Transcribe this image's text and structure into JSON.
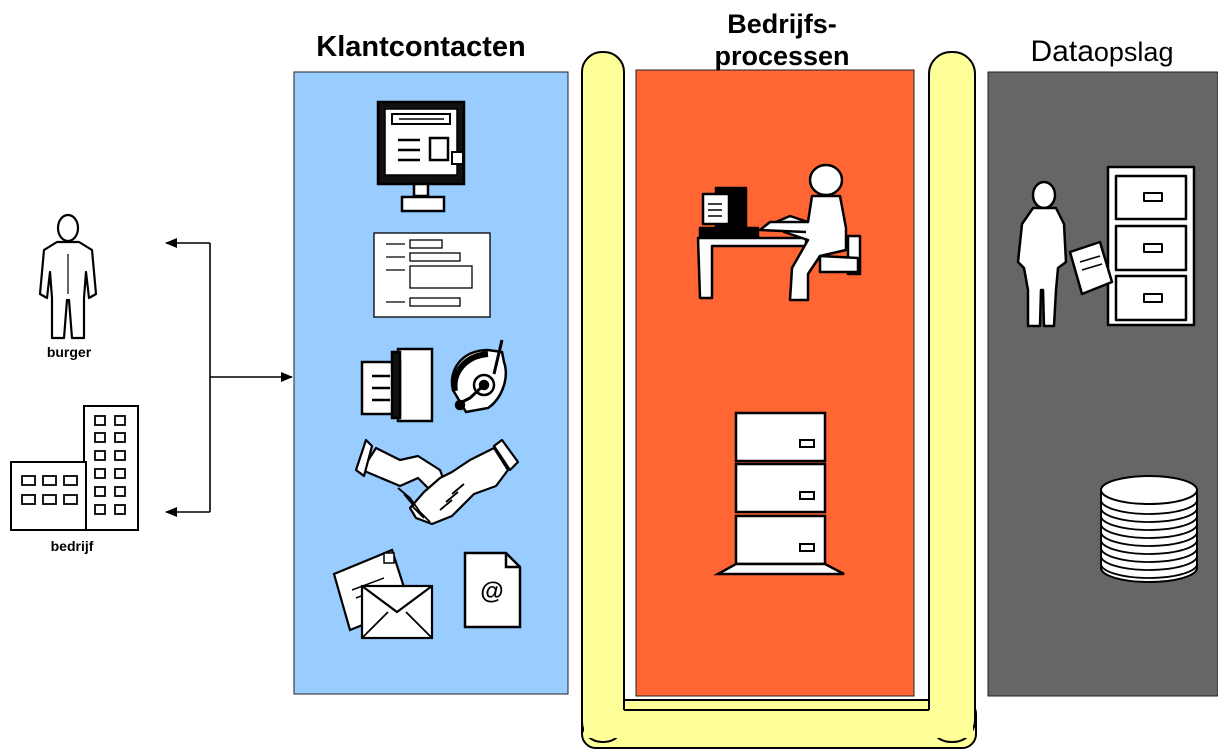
{
  "titles": {
    "klantcontacten": "Klantcontacten",
    "bedrijfsprocessen_line1": "Bedrijfs-",
    "bedrijfsprocessen_line2": "processen",
    "dataopslag_prefix": "Data",
    "dataopslag_suffix": "opslag"
  },
  "actors": {
    "burger": "burger",
    "bedrijf": "bedrijf"
  },
  "icons": {
    "channel_icons": [
      "monitor-icon",
      "form-document-icon",
      "fax-phone-icon",
      "headset-icon",
      "handshake-icon",
      "letter-envelope-icon",
      "email-document-icon"
    ],
    "process_icons": [
      "office-worker-icon",
      "server-icon"
    ],
    "storage_icons": [
      "filing-cabinet-icon",
      "database-disk-stack-icon"
    ]
  },
  "colors": {
    "klantcontacten_panel": "#99ccff",
    "bedrijfsprocessen_panel": "#ff6633",
    "dataopslag_panel": "#666666",
    "bus_band": "#ffff99"
  }
}
